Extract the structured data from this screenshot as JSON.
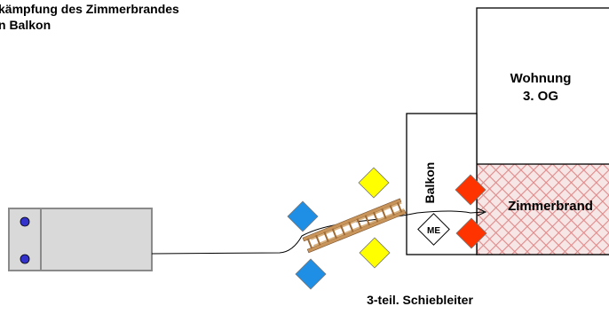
{
  "title": {
    "line1": "kämpfung des Zimmerbrandes",
    "line2": "n Balkon"
  },
  "building": {
    "apartment_line1": "Wohnung",
    "apartment_line2": "3. OG",
    "balcony": "Balkon",
    "fire_room": "Zimmerbrand"
  },
  "equipment": {
    "ladder": "3-teil. Schiebleiter",
    "me_tag": "ME"
  },
  "colors": {
    "hatch": "#e8a0a0",
    "blue": "#1f8fe6",
    "yellow": "#ffff00",
    "red": "#ff3300",
    "vehicle": "#d9d9d9",
    "vehicle_border": "#8a8a8a",
    "vehicle_dot": "#3333cc",
    "ladder": "#c8945a"
  },
  "icons": [
    "vehicle-icon",
    "ladder-icon",
    "crew-marker-icon",
    "hose-line-icon"
  ]
}
